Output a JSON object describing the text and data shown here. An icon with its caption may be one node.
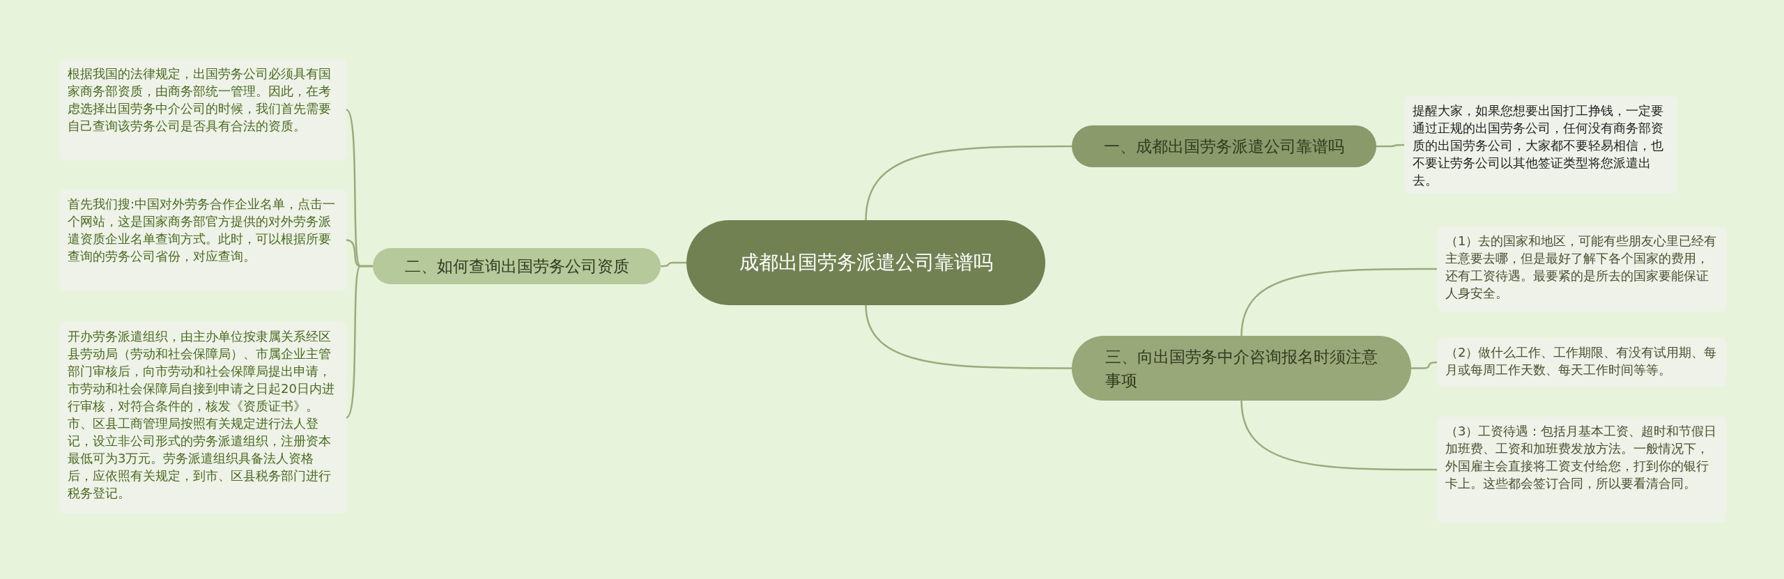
{
  "diagram": {
    "nodes": [
      {
        "text": [
          "成都出国劳务派遣公司靠谱吗"
        ]
      },
      {
        "text": [
          "一、成都出国劳务派遣公司靠谱吗"
        ]
      },
      {
        "text": [
          "提醒大家，如果您想要出国打工挣钱，一定要通过正规的出国劳务公司，任何没有商务部资质的出国劳务公司，大家都不要轻易相信，也不要让劳务公司以其他签证类型将您派遣出去。"
        ]
      },
      {
        "text": [
          "二、如何查询出国劳务公司资质"
        ]
      },
      {
        "text": [
          "根据我国的法律规定，出国劳务公司必须具有国家商务部资质，由商务部统一管理。因此，在考虑选择出国劳务中介公司的时候，我们首先需要自己查询该劳务公司是否具有合法的资质。"
        ]
      },
      {
        "text": [
          "首先我们搜:中国对外劳务合作企业名单，点击一个网站，这是国家商务部官方提供的对外劳务派遣资质企业名单查询方式。此时，可以根据所要查询的劳务公司省份，对应查询。"
        ]
      },
      {
        "text": [
          "开办劳务派遣组织，由主办单位按隶属关系经区县劳动局（劳动和社会保障局）、市属企业主管部门审核后，向市劳动和社会保障局提出申请，市劳动和社会保障局自接到申请之日起20日内进行审核，对符合条件的，核发《资质证书》。市、区县工商管理局按照有关规定进行法人登记，设立非公司形式的劳务派遣组织，注册资本最低可为3万元。劳务派遣组织具备法人资格后，应依照有关规定，到市、区县税务部门进行税务登记。"
        ]
      },
      {
        "text": [
          "三、向出国劳务中介咨询报名时须注意事项"
        ]
      },
      {
        "text": [
          "（1）去的国家和地区，可能有些朋友心里已经有主意要去哪，但是最好了解下各个国家的费用，还有工资待遇。最要紧的是所去的国家要能保证人身安全。"
        ]
      },
      {
        "text": [
          "（2）做什么工作、工作期限、有没有试用期、每月或每周工作天数、每天工作时间等等。"
        ]
      },
      {
        "text": [
          "（3）工资待遇：包括月基本工资、超时和节假日加班费、工资和加班费发放方法。一般情况下，外国雇主会直接将工资支付给您，打到你的银行卡上。这些都会签订合同，所以要看清合同。"
        ]
      }
    ],
    "edges": [
      {
        "from": 0,
        "to": 1,
        "arrow": "none"
      },
      {
        "from": 1,
        "to": 2,
        "arrow": "none"
      },
      {
        "from": 0,
        "to": 3,
        "arrow": "none"
      },
      {
        "from": 3,
        "to": 4,
        "arrow": "none"
      },
      {
        "from": 3,
        "to": 5,
        "arrow": "none"
      },
      {
        "from": 3,
        "to": 6,
        "arrow": "none"
      },
      {
        "from": 0,
        "to": 7,
        "arrow": "none"
      },
      {
        "from": 7,
        "to": 8,
        "arrow": "none"
      },
      {
        "from": 7,
        "to": 9,
        "arrow": "none"
      },
      {
        "from": 7,
        "to": 10,
        "arrow": "none"
      }
    ]
  }
}
